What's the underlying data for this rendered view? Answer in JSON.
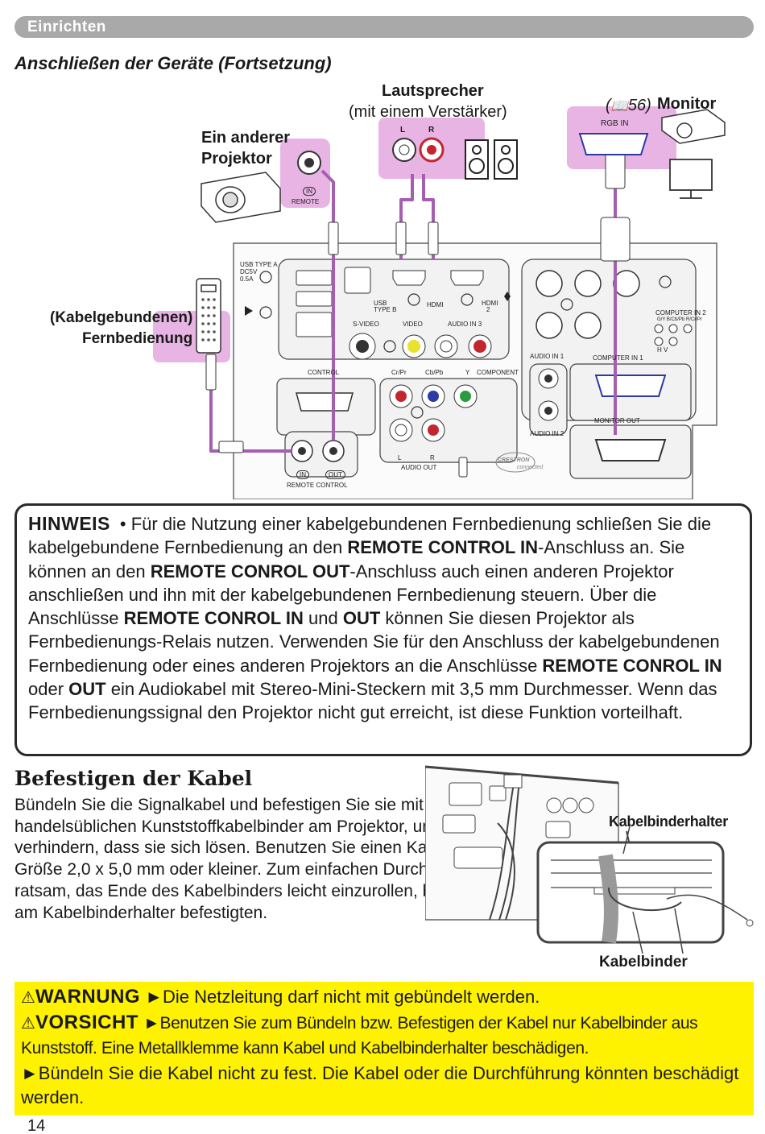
{
  "header": {
    "section": "Einrichten"
  },
  "title": "Anschließen der Geräte (Fortsetzung)",
  "diagram": {
    "speaker_label": "Lautsprecher",
    "speaker_sub": "(mit einem Verstärker)",
    "speaker_l": "L",
    "speaker_r": "R",
    "monitor_ref": "56",
    "monitor_label": "Monitor",
    "rgb_in": "RGB IN",
    "projector_label_1": "Ein anderer",
    "projector_label_2": "Projektor",
    "remote_in": "IN",
    "remote_small": "REMOTE",
    "wired_remote_1": "(Kabelgebundenen)",
    "wired_remote_2": "Fernbedienung",
    "usb_type_a": "USB TYPE A",
    "dc5v": "DC5V",
    "amp": "0.5A",
    "usb_type_b_1": "USB",
    "usb_type_b_2": "TYPE B",
    "hdmi": "HDMI",
    "hdmi2_1": "HDMI",
    "hdmi2_2": "2",
    "svideo": "S-VIDEO",
    "video": "VIDEO",
    "audio_in3": "AUDIO IN 3",
    "control": "CONTROL",
    "crpr": "Cr/Pr",
    "cbpb": "Cb/Pb",
    "y": "Y",
    "component": "COMPONENT",
    "audio_in1": "AUDIO IN 1",
    "audio_in2": "AUDIO IN 2",
    "computer_in1": "COMPUTER IN 1",
    "computer_in2": "COMPUTER IN 2",
    "comp2_cols": "G/Y  B/Cb/Pb  R/Cr/Pr",
    "comp2_hv": "H      V",
    "monitor_out": "MONITOR OUT",
    "audio_out": "AUDIO OUT",
    "l": "L",
    "r": "R",
    "remote_control": "REMOTE CONTROL",
    "rc_in": "IN",
    "rc_out": "OUT",
    "crestron_1": "CRESTRON",
    "crestron_2": "connected"
  },
  "note": {
    "header": "HINWEIS",
    "t1": "• Für die Nutzung einer kabelgebundenen Fernbedienung schließen Sie die kabelgebundene Fernbedienung an den ",
    "b1": "REMOTE CONTROL IN",
    "t2": "-Anschluss an. Sie können an den ",
    "b2": "REMOTE CONROL OUT",
    "t3": "-Anschluss auch einen anderen Projektor anschließen und ihn mit der kabelgebundenen Fernbedienung steuern. Über die Anschlüsse ",
    "b3": "REMOTE CONROL IN",
    "t4": " und ",
    "b4": "OUT",
    "t5": " können Sie diesen Projektor als Fernbedienungs-Relais nutzen. Verwenden Sie für den Anschluss der kabelgebundenen Fernbedienung oder eines anderen Projektors an die Anschlüsse ",
    "b5": "REMOTE CONROL IN",
    "t6": " oder ",
    "b6": "OUT",
    "t7": " ein Audiokabel mit Stereo-Mini-Steckern mit 3,5 mm Durchmesser. Wenn das Fernbedienungssignal den Projektor nicht gut erreicht, ist diese Funktion vorteilhaft."
  },
  "cables": {
    "title": "Befestigen der Kabel",
    "text": "Bündeln Sie die Signalkabel und befestigen Sie sie mit einem handelsüblichen Kunststoffkabelbinder am Projektor, um zu verhindern, dass sie sich lösen. Benutzen Sie einen Kabelbinder der Größe 2,0 x 5,0 mm oder kleiner. Zum einfachen Durchstecken ist es ratsam, das Ende des Kabelbinders leicht einzurollen, bevor Sie ihn am Kabelbinderhalter befestigten.",
    "holder_label": "Kabelbinderhalter",
    "tie_label": "Kabelbinder"
  },
  "warnings": {
    "warn_tag": "WARNUNG",
    "warn_text": "►Die Netzleitung darf nicht mit gebündelt werden.",
    "caution_tag": "VORSICHT",
    "caution_text": "►Benutzen Sie zum Bündeln bzw. Befestigen der Kabel nur Kabelbinder aus Kunststoff. Eine Metallklemme kann Kabel und Kabelbinderhalter beschädigen.",
    "caution_text2": "►Bündeln Sie die Kabel nicht zu fest. Die Kabel oder die Durchführung könnten beschädigt werden."
  },
  "page_number": "14",
  "colors": {
    "accent_pink": "#e8b4e4",
    "cable_purple": "#a55fb0",
    "warning_yellow": "#fff200",
    "header_gray": "#a9a9a9"
  }
}
